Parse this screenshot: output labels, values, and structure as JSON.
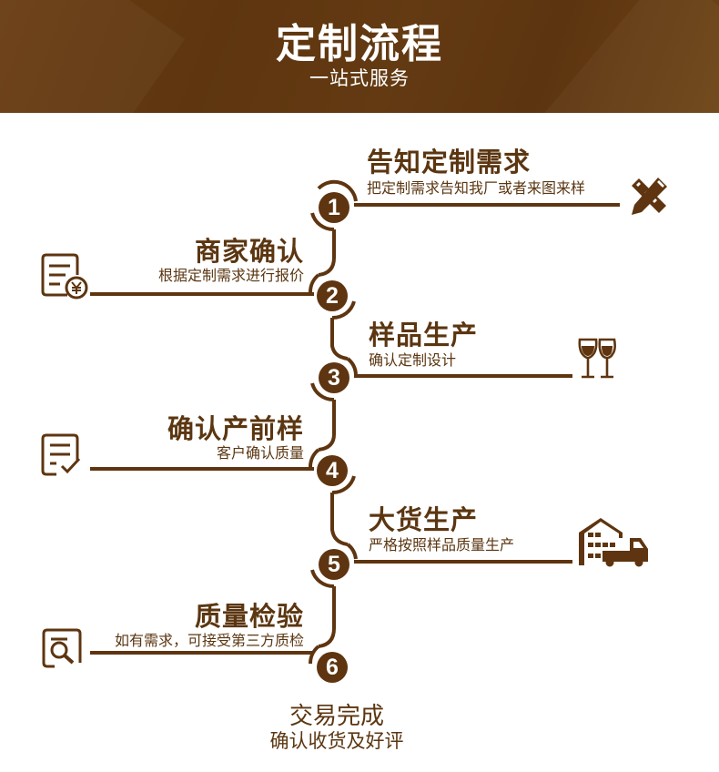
{
  "header": {
    "title": "定制流程",
    "subtitle": "一站式服务"
  },
  "colors": {
    "brand_brown": "#5e3510",
    "header_bg": "#5e350f",
    "text_brown": "#5b3611",
    "background": "#ffffff"
  },
  "steps": [
    {
      "number": "1",
      "title": "告知定制需求",
      "desc": "把定制需求告知我厂或者来图来样",
      "icon": "pencil-ruler-icon",
      "side": "right"
    },
    {
      "number": "2",
      "title": "商家确认",
      "desc": "根据定制需求进行报价",
      "icon": "quote-document-yen-icon",
      "side": "left"
    },
    {
      "number": "3",
      "title": "样品生产",
      "desc": "确认定制设计",
      "icon": "wine-glasses-icon",
      "side": "right"
    },
    {
      "number": "4",
      "title": "确认产前样",
      "desc": "客户确认质量",
      "icon": "document-check-icon",
      "side": "left"
    },
    {
      "number": "5",
      "title": "大货生产",
      "desc": "严格按照样品质量生产",
      "icon": "factory-truck-icon",
      "side": "right"
    },
    {
      "number": "6",
      "title": "质量检验",
      "desc": "如有需求，可接受第三方质检",
      "icon": "inspection-magnifier-icon",
      "side": "left"
    }
  ],
  "final": {
    "title": "交易完成",
    "desc": "确认收货及好评"
  }
}
